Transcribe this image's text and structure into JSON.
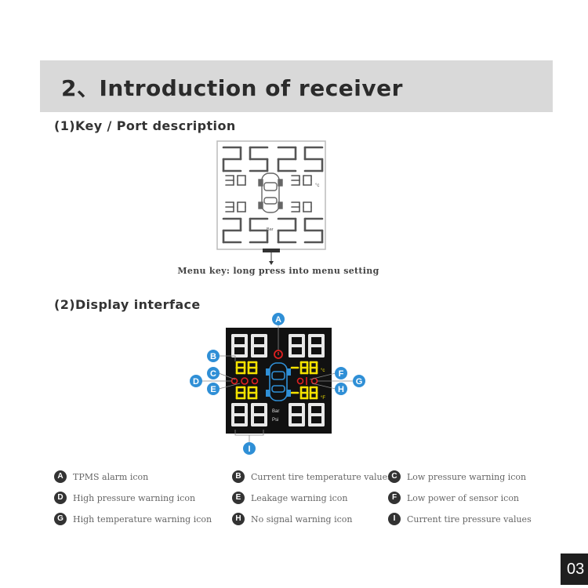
{
  "section": {
    "title": "2、Introduction of receiver"
  },
  "subsections": [
    {
      "label": "(1)Key / Port description"
    },
    {
      "label": "(2)Display interface"
    }
  ],
  "device": {
    "digits_top": [
      "25",
      "25"
    ],
    "digits_bottom": [
      "25",
      "25"
    ],
    "temp_top": [
      "30",
      "30"
    ],
    "temp_bottom": [
      "30",
      "30"
    ],
    "unit_c": "°c",
    "unit_bar": "Bar",
    "menu_caption": "Menu key: long press into menu setting"
  },
  "display": {
    "big_digits": "88",
    "small_digits": "88",
    "small_prefix": "-",
    "unit_c": "°c",
    "unit_f": "°F",
    "unit_bar": "Bar",
    "unit_psi": "Psi",
    "colors": {
      "blue_marker": "#2f8fd6",
      "yellow": "#f4e200",
      "red": "#e02020",
      "screen": "#111111"
    },
    "markers": [
      "A",
      "B",
      "C",
      "D",
      "E",
      "F",
      "G",
      "H",
      "I"
    ]
  },
  "legend": [
    {
      "letter": "A",
      "text": "TPMS alarm icon"
    },
    {
      "letter": "B",
      "text": "Current  tire temperature values"
    },
    {
      "letter": "C",
      "text": "Low pressure warning icon"
    },
    {
      "letter": "D",
      "text": "High pressure warning icon"
    },
    {
      "letter": "E",
      "text": "Leakage warning icon"
    },
    {
      "letter": "F",
      "text": "Low power of sensor icon"
    },
    {
      "letter": "G",
      "text": "High temperature warning icon"
    },
    {
      "letter": "H",
      "text": "No signal warning icon"
    },
    {
      "letter": "I",
      "text": "Current tire pressure values"
    }
  ],
  "page_number": "03"
}
